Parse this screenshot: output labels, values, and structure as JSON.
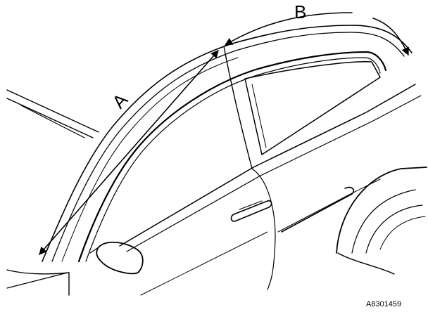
{
  "figure": {
    "callouts": {
      "a": "A",
      "b": "B"
    },
    "reference_code": "A8301459"
  }
}
